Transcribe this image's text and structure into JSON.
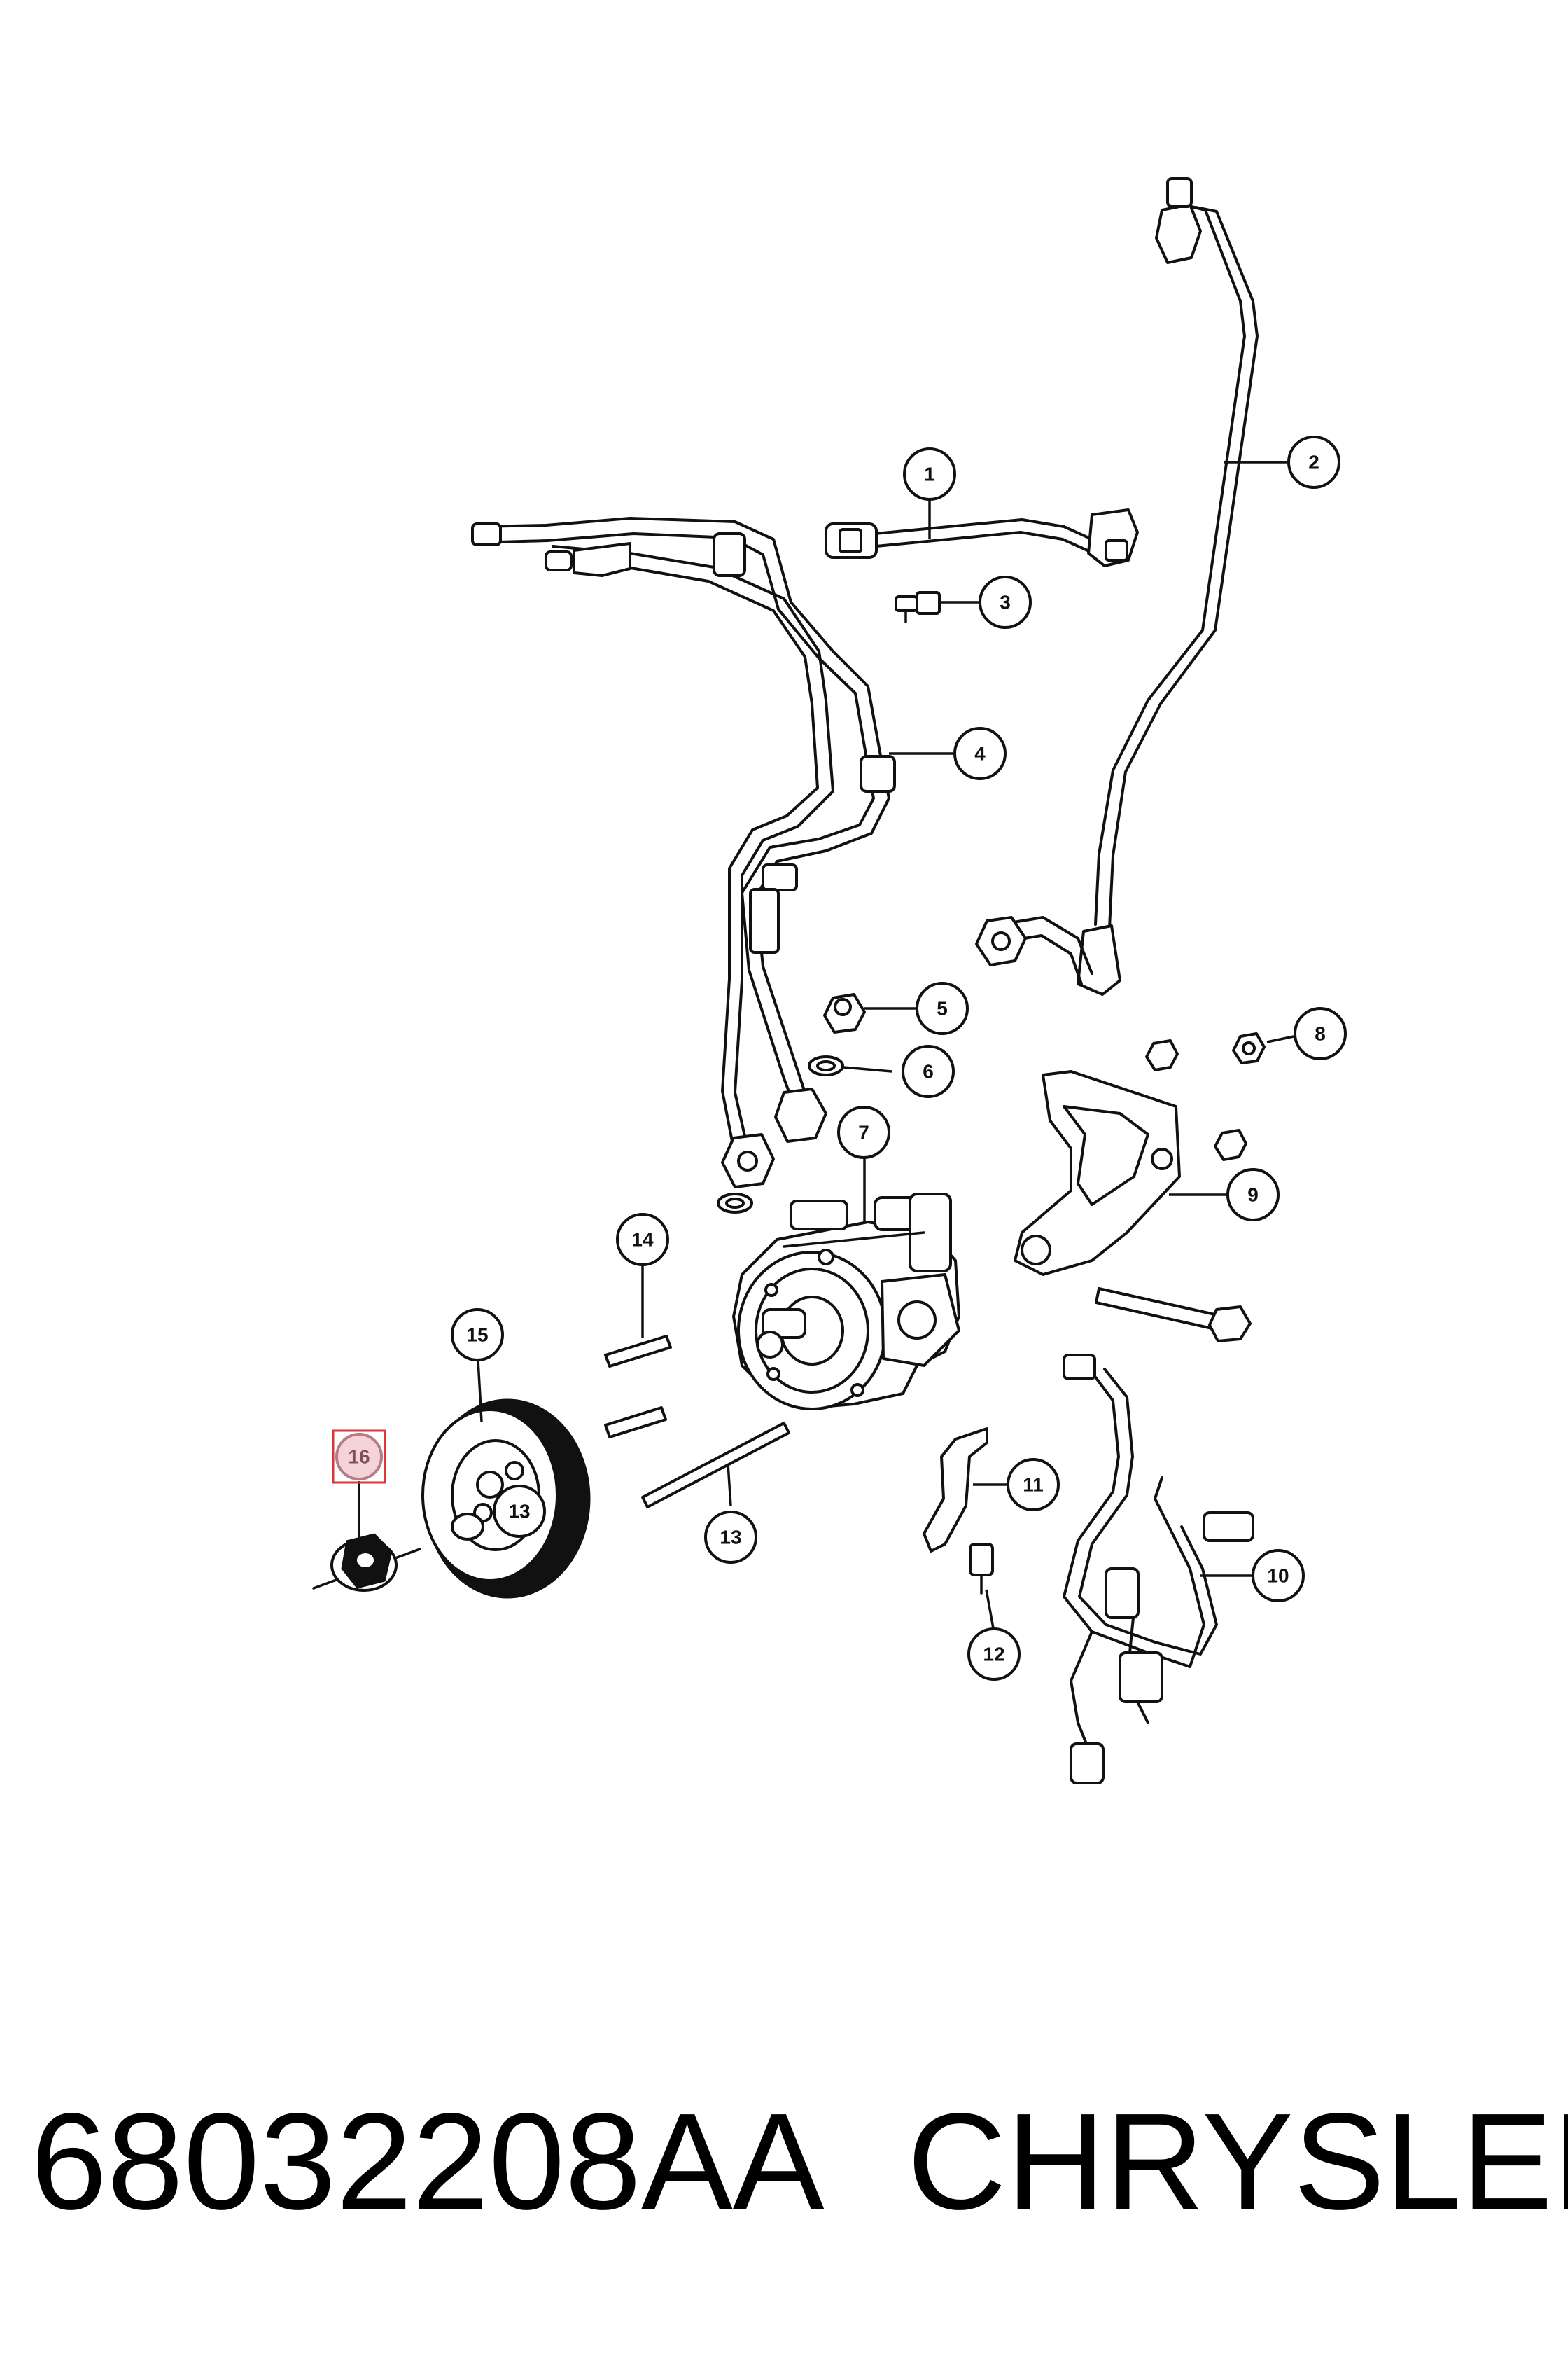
{
  "callouts": [
    {
      "id": "c1",
      "label": "1"
    },
    {
      "id": "c2",
      "label": "2"
    },
    {
      "id": "c3",
      "label": "3"
    },
    {
      "id": "c4",
      "label": "4"
    },
    {
      "id": "c5",
      "label": "5"
    },
    {
      "id": "c6",
      "label": "6"
    },
    {
      "id": "c7",
      "label": "7"
    },
    {
      "id": "c8",
      "label": "8"
    },
    {
      "id": "c9",
      "label": "9"
    },
    {
      "id": "c10",
      "label": "10"
    },
    {
      "id": "c11",
      "label": "11"
    },
    {
      "id": "c12",
      "label": "12"
    },
    {
      "id": "c13a",
      "label": "13"
    },
    {
      "id": "c13b",
      "label": "13"
    },
    {
      "id": "c14",
      "label": "14"
    },
    {
      "id": "c15",
      "label": "15"
    },
    {
      "id": "c16",
      "label": "16"
    }
  ],
  "highlighted_callout": "16",
  "colors": {
    "highlight_fill": "#f6d3d6",
    "highlight_border": "#d9373b",
    "ink": "#111111"
  },
  "footer": {
    "part_number": "68032208AA",
    "brand": "CHRYSLER"
  }
}
